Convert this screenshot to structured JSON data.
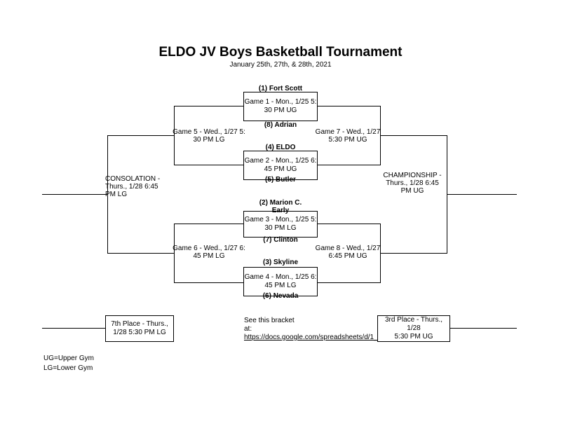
{
  "header": {
    "title": "ELDO JV Boys Basketball Tournament",
    "dates": "January 25th, 27th, & 28th, 2021"
  },
  "teams": {
    "seed1": "(1)  Fort Scott",
    "seed8": "(8)  Adrian",
    "seed4": "(4)  ELDO",
    "seed5": "(5)  Butler",
    "seed2_line1": "(2)  Marion C.",
    "seed2_line2": "Early",
    "seed7": "(7)  Clinton",
    "seed3": "(3)  Skyline",
    "seed6": "(6)  Nevada"
  },
  "games": {
    "g1_l1": "Game 1 - Mon., 1/25 5:",
    "g1_l2": "30 PM UG",
    "g2_l1": "Game 2 - Mon., 1/25 6:",
    "g2_l2": "45 PM UG",
    "g3_l1": "Game 3 - Mon., 1/25 5:",
    "g3_l2": "30 PM LG",
    "g4_l1": "Game 4 - Mon., 1/25 6:",
    "g4_l2": "45 PM LG",
    "g5_l1": "Game 5 - Wed., 1/27 5:",
    "g5_l2": "30 PM LG",
    "g6_l1": "Game 6 - Wed., 1/27 6:",
    "g6_l2": "45 PM LG",
    "g7_l1": "Game 7 - Wed., 1/27",
    "g7_l2": "5:30 PM UG",
    "g8_l1": "Game 8 - Wed., 1/27",
    "g8_l2": "6:45 PM UG",
    "consolation_l1": "CONSOLATION -",
    "consolation_l2": "Thurs., 1/28 6:45",
    "consolation_l3": "PM LG",
    "championship_l1": "CHAMPIONSHIP -",
    "championship_l2": "Thurs., 1/28 6:45",
    "championship_l3": "PM UG",
    "seventh_l1": "7th Place - Thurs.,",
    "seventh_l2": "1/28 5:30 PM LG",
    "third_l1": "3rd Place - Thurs., 1/28",
    "third_l2": "5:30 PM UG"
  },
  "bracket_link": {
    "line1": "See this bracket",
    "line2": "at:",
    "url": "https://docs.google.com/spreadsheets/d/1_"
  },
  "legend": {
    "ug": "UG=Upper Gym",
    "lg": "LG=Lower Gym"
  }
}
